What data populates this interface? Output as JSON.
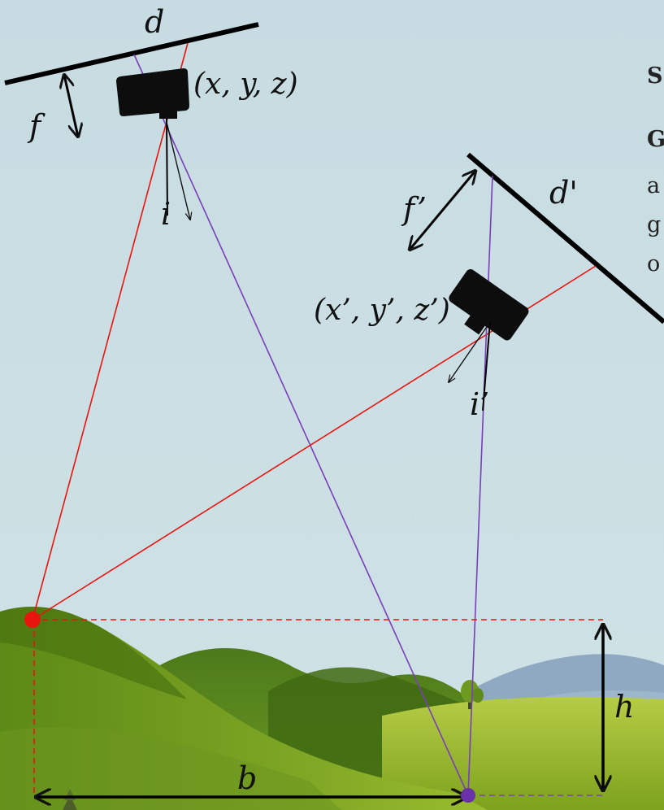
{
  "labels": {
    "d": "d",
    "f": "f",
    "i": "i",
    "cam1_coords": "(x, y, z)",
    "d_prime": "d'",
    "f_prime": "f’",
    "i_prime": "i’",
    "cam2_coords": "(x’, y’, z’)",
    "b": "b",
    "h": "h"
  },
  "side_text": {
    "line1": "S",
    "line2": "G",
    "line3": "a",
    "line4": "g",
    "line5": "o"
  },
  "colors": {
    "sky": "#c9dde3",
    "ray_red": "#e8150f",
    "ray_purple": "#7a3fb8",
    "point_red": "#e8150f",
    "point_purple": "#6a32a8",
    "ground_dark": "#3f6a10",
    "ground_light": "#8fb326",
    "mountain_blue": "#8aa7c2",
    "camera": "#0d0d0d"
  }
}
